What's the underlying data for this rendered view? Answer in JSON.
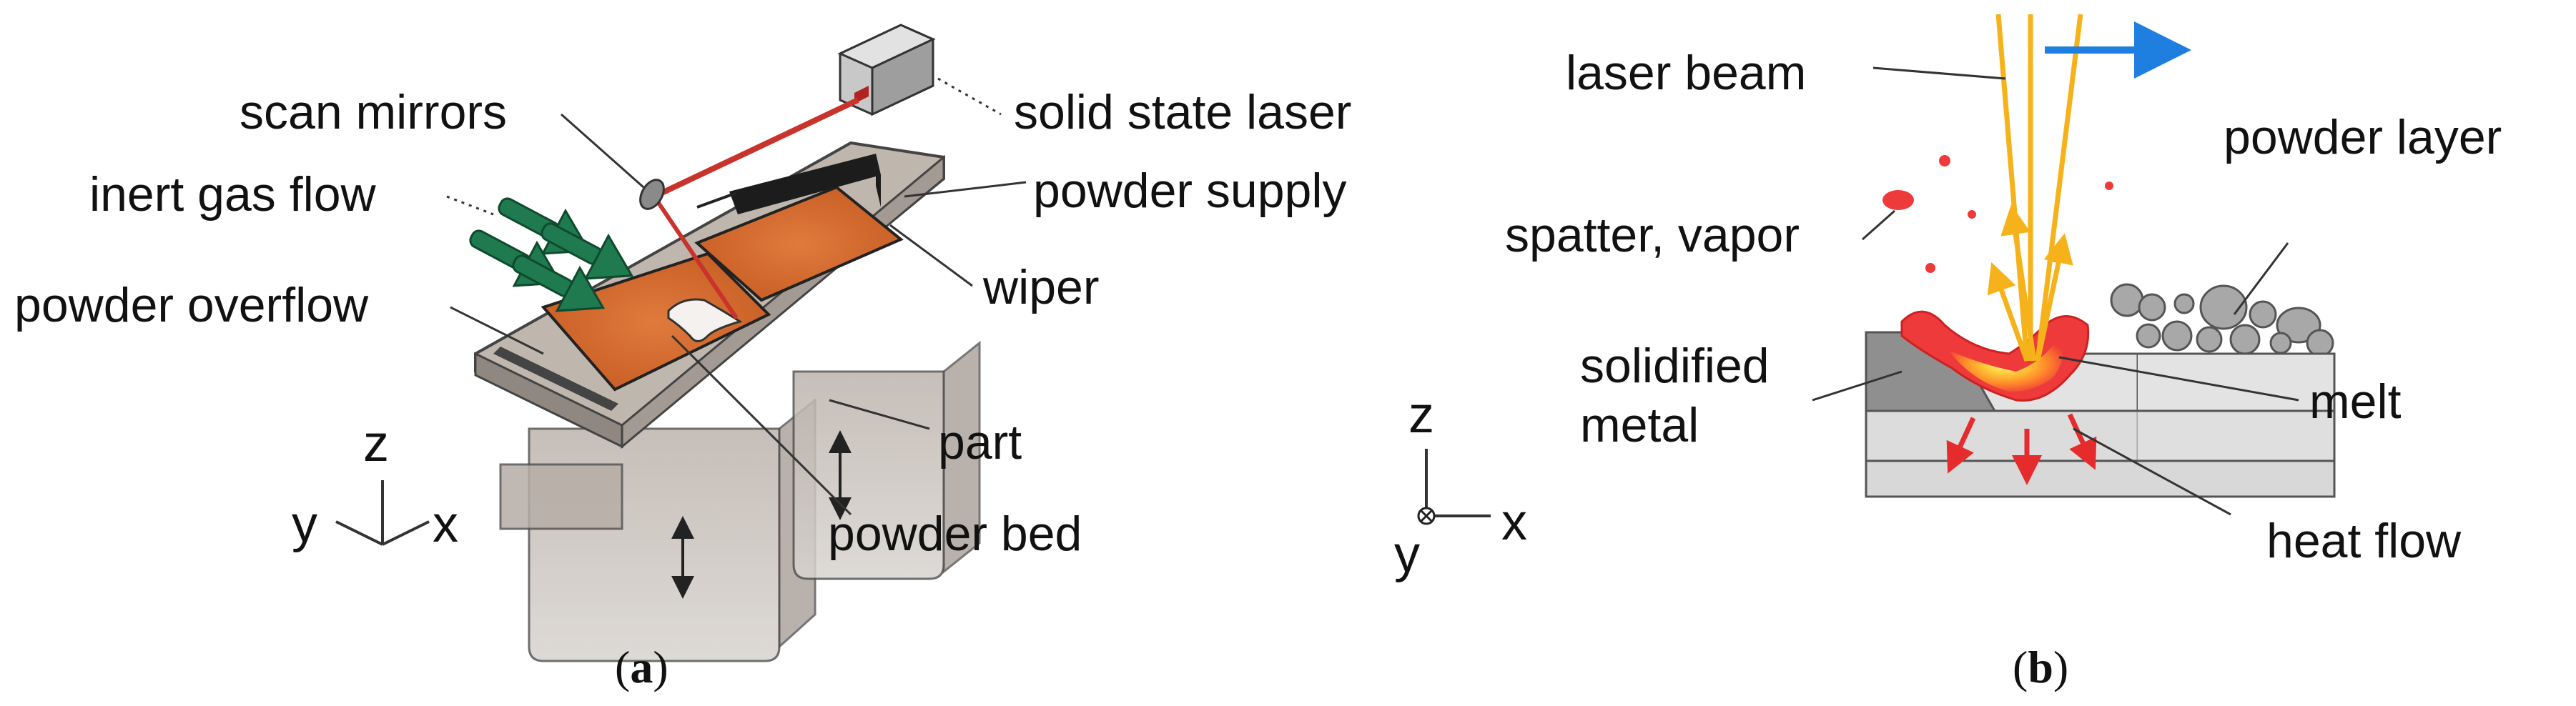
{
  "panel_a": {
    "labels": {
      "laser": "solid state laser",
      "mirrors": "scan mirrors",
      "gas": "inert gas flow",
      "supply": "powder supply",
      "wiper": "wiper",
      "overflow": "powder overflow",
      "part": "part",
      "bed": "powder bed"
    },
    "axes": {
      "z": "z",
      "y": "y",
      "x": "x"
    },
    "caption_letter": "a"
  },
  "panel_b": {
    "labels": {
      "beam": "laser beam",
      "powder_layer": "powder layer",
      "spatter": "spatter, vapor",
      "solidified_1": "solidified",
      "solidified_2": "metal",
      "melt": "melt",
      "heat": "heat flow"
    },
    "axes": {
      "z": "z",
      "y": "y",
      "x": "x"
    },
    "caption_letter": "b"
  },
  "caption": {
    "open": "(",
    "close": ")"
  },
  "colors": {
    "powder": "#d0642a",
    "laser_red": "#c8332b",
    "gas_arrow": "#1f7a4f",
    "beam_yellow": "#f6b21a",
    "move_arrow": "#1e7fe0",
    "melt_red": "#ee3a3a",
    "melt_core": "#ffd13a",
    "heat_arrow": "#e52b2b"
  }
}
